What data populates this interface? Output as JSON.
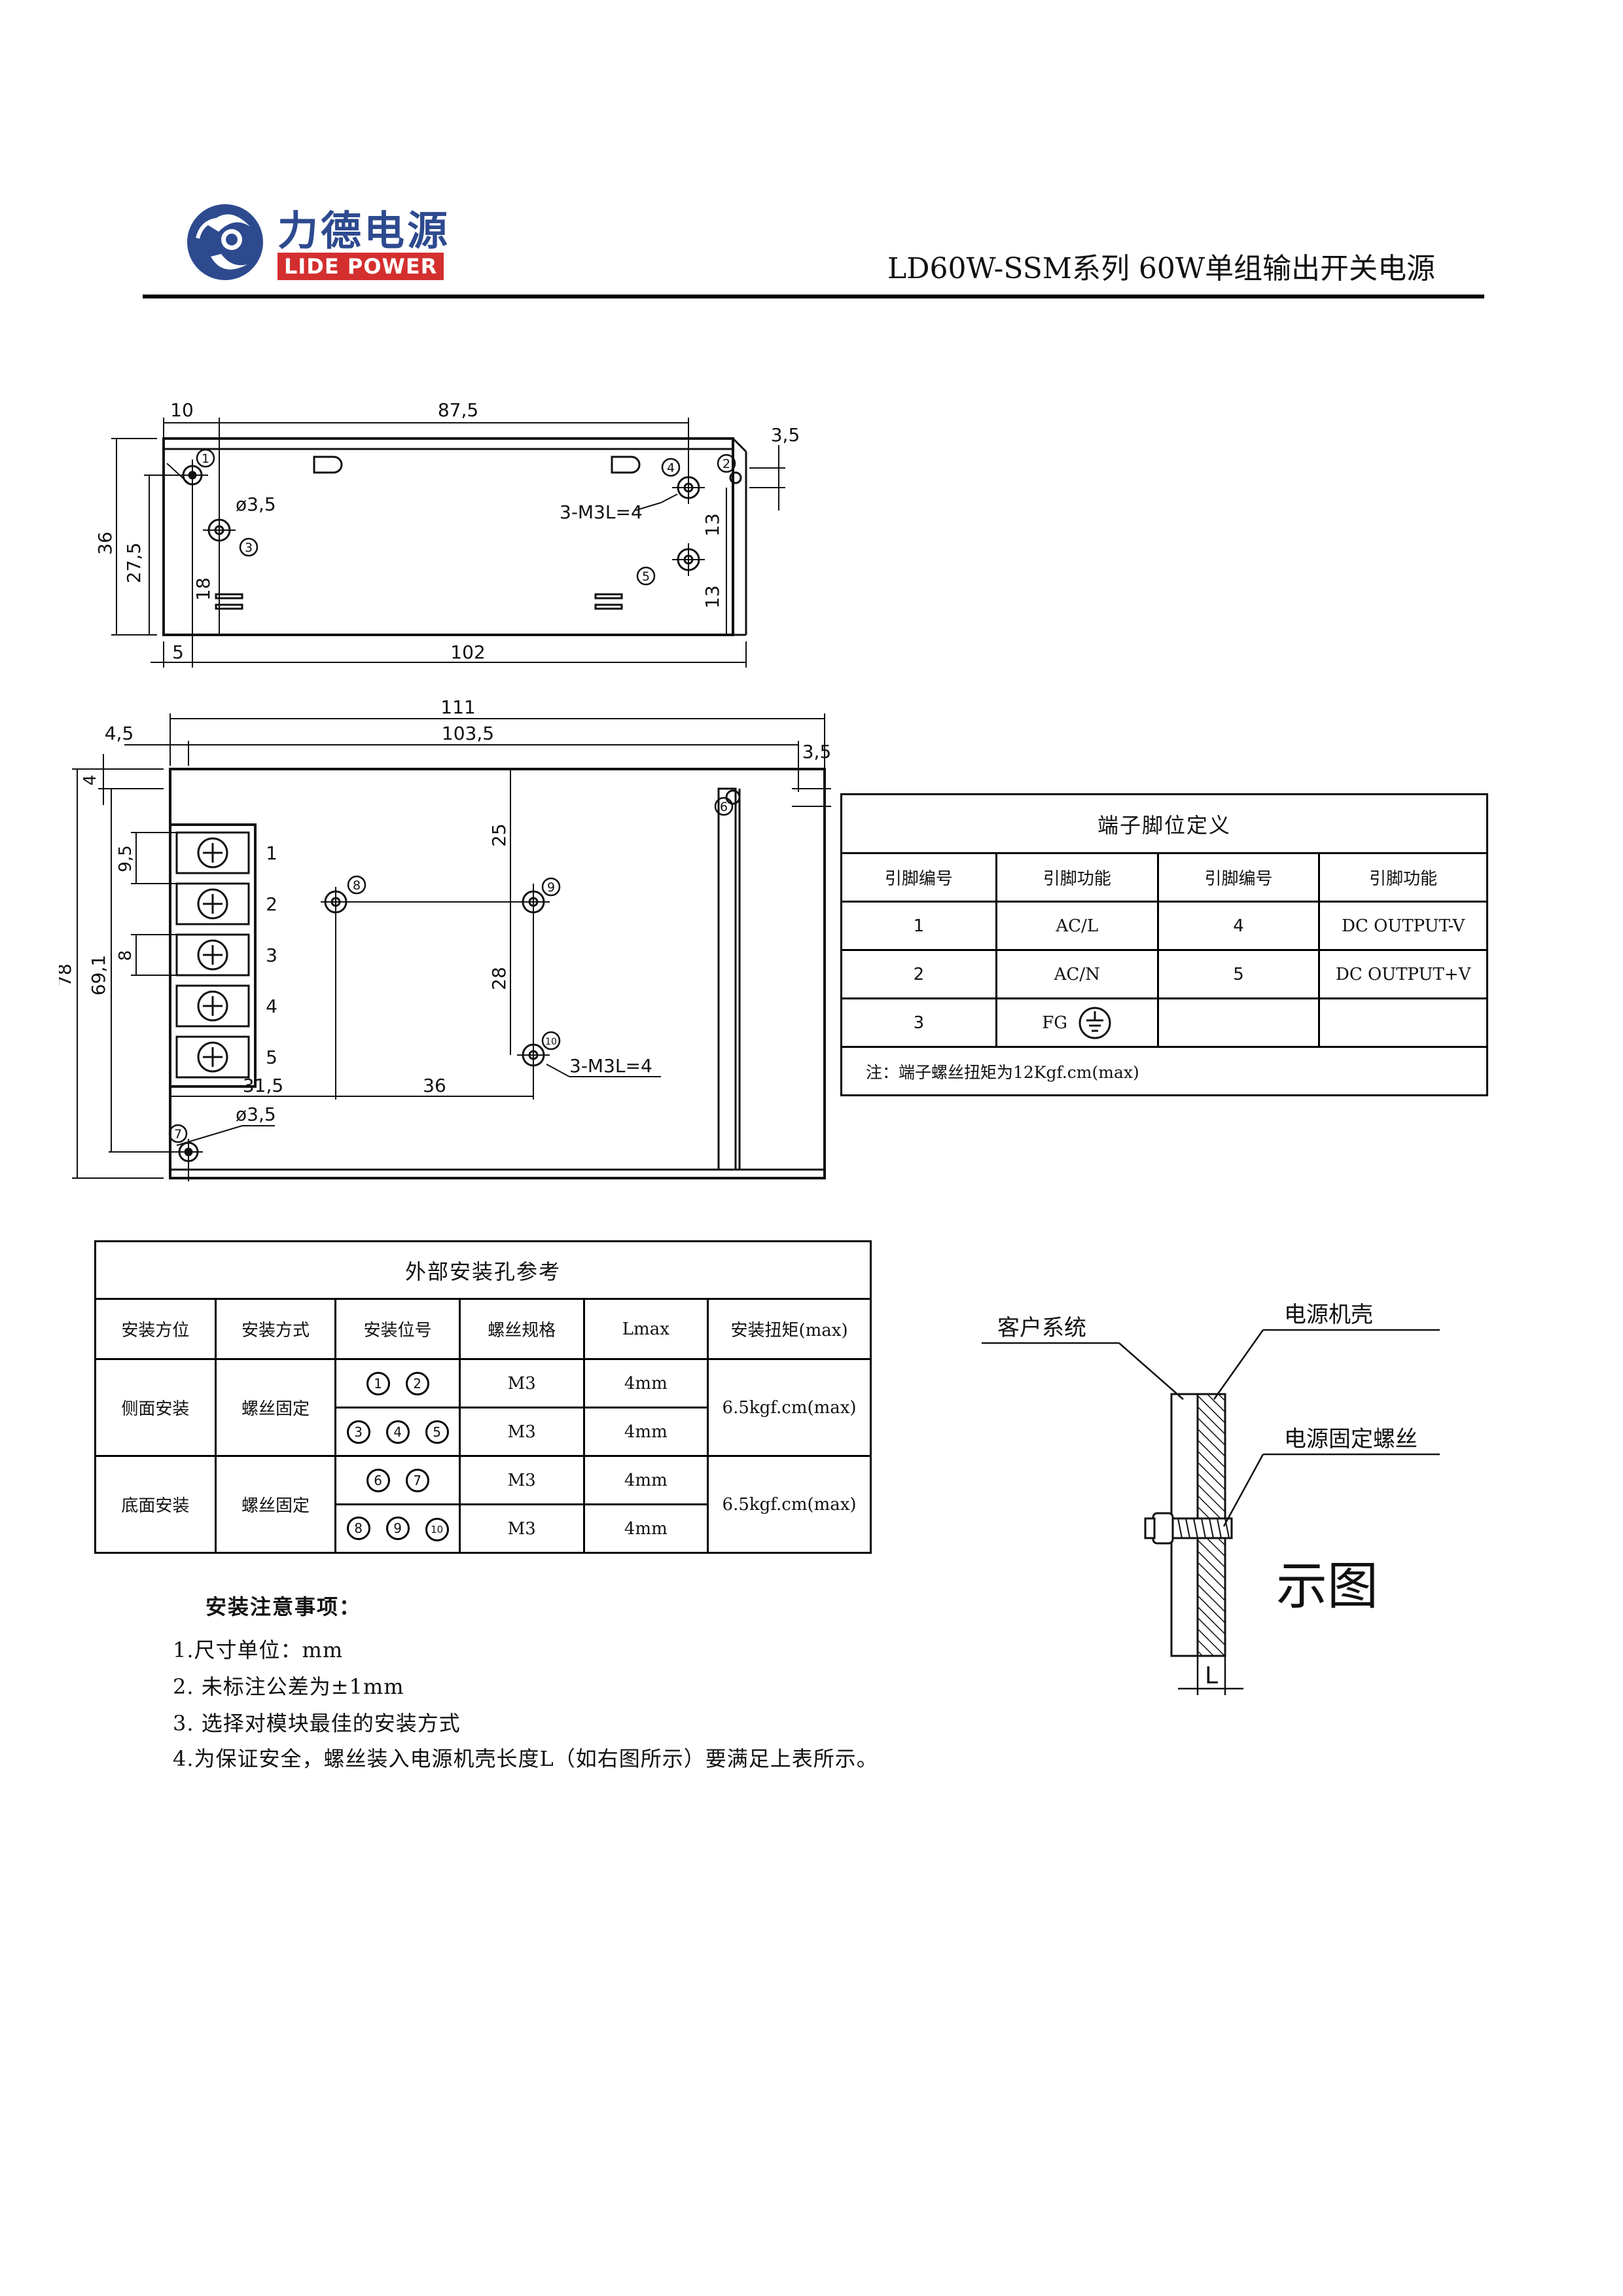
{
  "header": {
    "logo_cn": "力德电源",
    "logo_en": "LIDE POWER",
    "doc_title": "LD60W-SSM系列 60W单组输出开关电源"
  },
  "top_view": {
    "dims": [
      "10",
      "87,5",
      "3,5",
      "36",
      "27,5",
      "18",
      "13",
      "13",
      "5",
      "102"
    ],
    "hole_label": "ø3,5",
    "screw_label": "3-M3L=4",
    "markers": [
      "1",
      "2",
      "3",
      "4",
      "5"
    ]
  },
  "front_view": {
    "dims": [
      "111",
      "103,5",
      "4,5",
      "3,5",
      "4",
      "78",
      "69,1",
      "9,5",
      "8",
      "25",
      "28",
      "31,5",
      "36"
    ],
    "hole_label": "ø3,5",
    "screw_label": "3-M3L=4",
    "terminal_numbers": [
      "1",
      "2",
      "3",
      "4",
      "5"
    ],
    "markers": [
      "6",
      "7",
      "8",
      "9",
      "10"
    ]
  },
  "pin_table": {
    "title": "端子脚位定义",
    "headers": [
      "引脚编号",
      "引脚功能",
      "引脚编号",
      "引脚功能"
    ],
    "rows": [
      [
        "1",
        "AC/L",
        "4",
        "DC OUTPUT-V"
      ],
      [
        "2",
        "AC/N",
        "5",
        "DC OUTPUT+V"
      ],
      [
        "3",
        "FG",
        "",
        ""
      ]
    ],
    "note": "注：端子螺丝扭矩为12Kgf.cm(max)"
  },
  "mount_table": {
    "title": "外部安装孔参考",
    "headers": [
      "安装方位",
      "安装方式",
      "安装位号",
      "螺丝规格",
      "Lmax",
      "安装扭矩(max)"
    ],
    "groups": [
      {
        "position": "侧面安装",
        "method": "螺丝固定",
        "torque": "6.5kgf.cm(max)",
        "rows": [
          {
            "holes": [
              "1",
              "2"
            ],
            "screw": "M3",
            "lmax": "4mm"
          },
          {
            "holes": [
              "3",
              "4",
              "5"
            ],
            "screw": "M3",
            "lmax": "4mm"
          }
        ]
      },
      {
        "position": "底面安装",
        "method": "螺丝固定",
        "torque": "6.5kgf.cm(max)",
        "rows": [
          {
            "holes": [
              "6",
              "7"
            ],
            "screw": "M3",
            "lmax": "4mm"
          },
          {
            "holes": [
              "8",
              "9",
              "10"
            ],
            "screw": "M3",
            "lmax": "4mm"
          }
        ]
      }
    ]
  },
  "diagram": {
    "label_customer": "客户系统",
    "label_case": "电源机壳",
    "label_screw": "电源固定螺丝",
    "label_L": "L",
    "caption": "示图"
  },
  "notes": {
    "title": "安装注意事项：",
    "items": [
      "1.尺寸单位：mm",
      "2. 未标注公差为±1mm",
      "3. 选择对模块最佳的安装方式",
      "4.为保证安全，螺丝装入电源机壳长度L（如右图所示）要满足上表所示。"
    ]
  },
  "colors": {
    "logo_blue": "#2e4a8f",
    "logo_red": "#d42f2f"
  }
}
